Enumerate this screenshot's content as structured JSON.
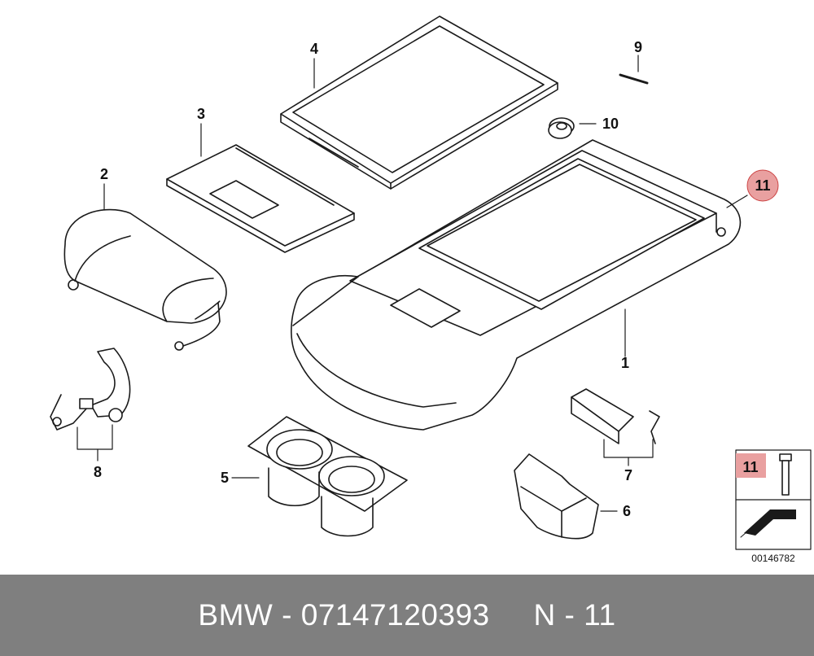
{
  "callouts": {
    "c1": "1",
    "c2": "2",
    "c3": "3",
    "c4": "4",
    "c5": "5",
    "c6": "6",
    "c7": "7",
    "c8": "8",
    "c9": "9",
    "c10": "10",
    "c11": "11"
  },
  "legend": {
    "part_label": "11",
    "diagram_code": "00146782"
  },
  "footer": {
    "brand": "BMW",
    "separator": " - ",
    "part_number": "07147120393",
    "gap": "     ",
    "ref_prefix": "N",
    "ref_number": "11"
  },
  "colors": {
    "highlight": "#e9a0a0",
    "footer_bg": "#7f7f7f",
    "line": "#1a1a1a"
  }
}
